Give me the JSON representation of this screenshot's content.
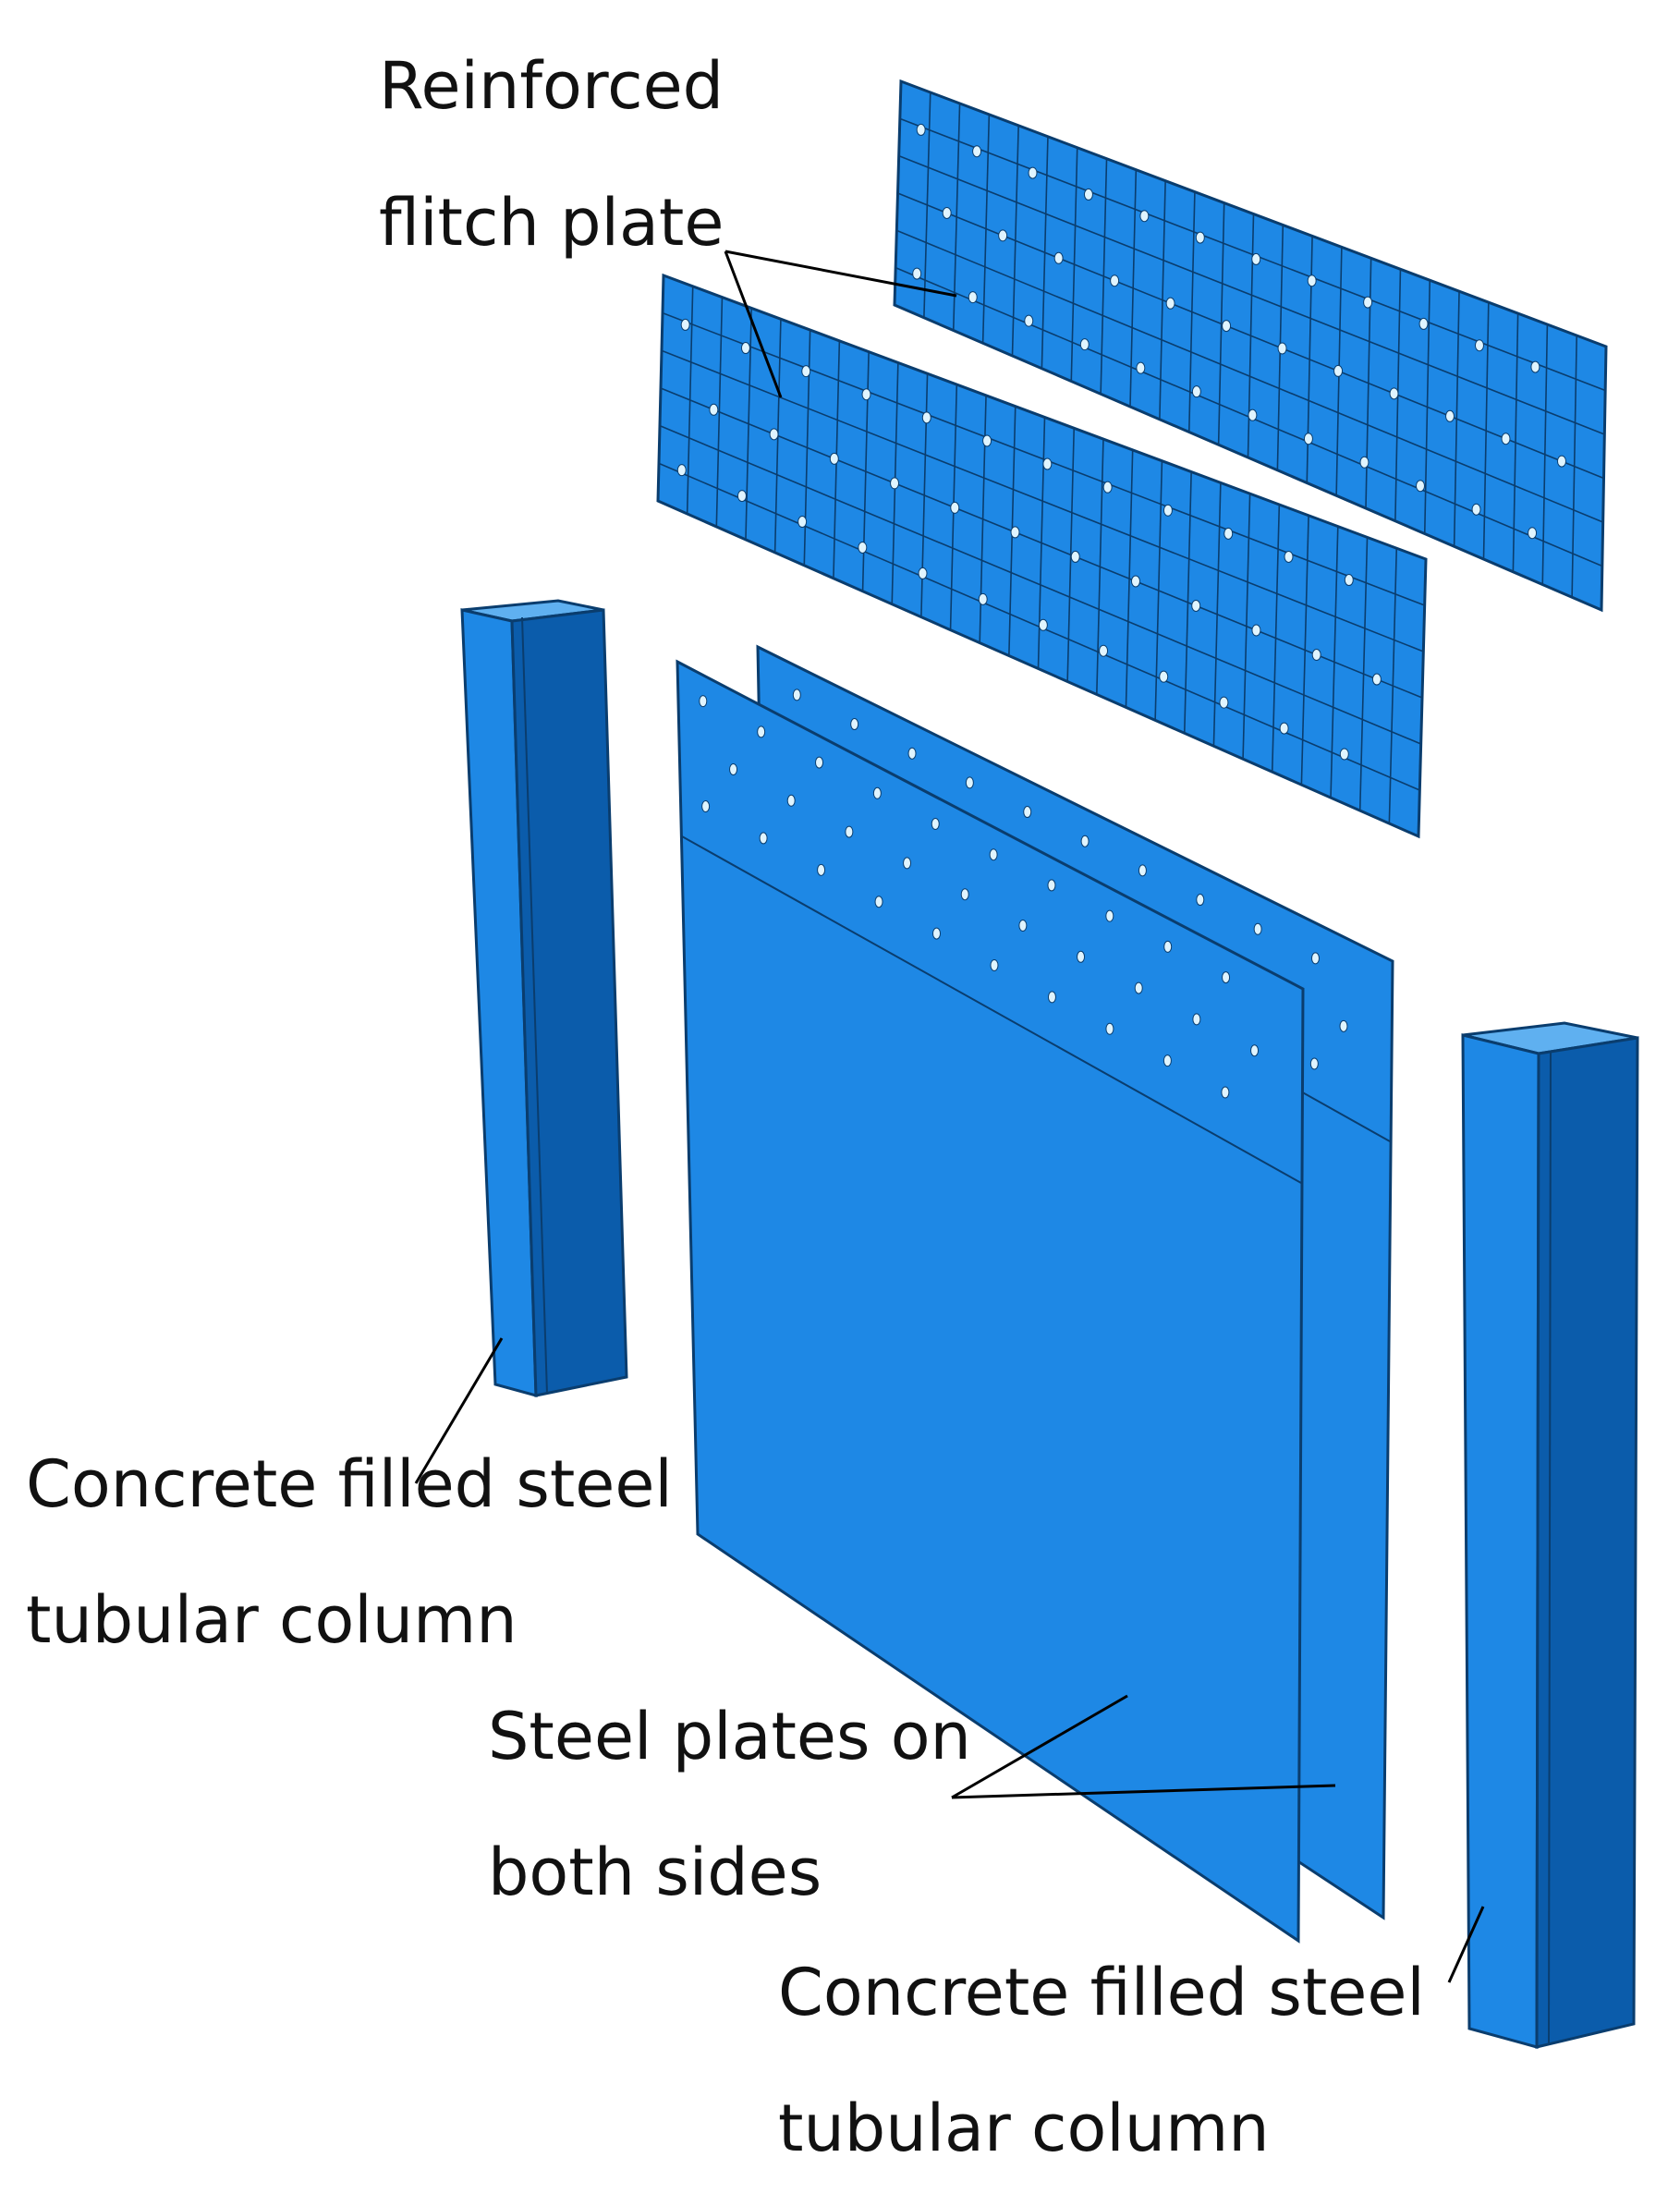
{
  "labels": {
    "flitch_plate": [
      "Reinforced",
      "flitch plate"
    ],
    "left_column": [
      "Concrete filled steel",
      "tubular column"
    ],
    "steel_plates": [
      "Steel plates on",
      "both sides"
    ],
    "right_column": [
      "Concrete filled steel",
      "tubular column"
    ]
  },
  "colors": {
    "plate_fill": "#1e88e5",
    "plate_dark": "#0d5fae",
    "column_front": "#1e88e5",
    "column_side": "#0b5cab",
    "edge": "#0a3d6e",
    "hole": "#dff4ff",
    "leader": "#000000",
    "text": "#111111"
  }
}
